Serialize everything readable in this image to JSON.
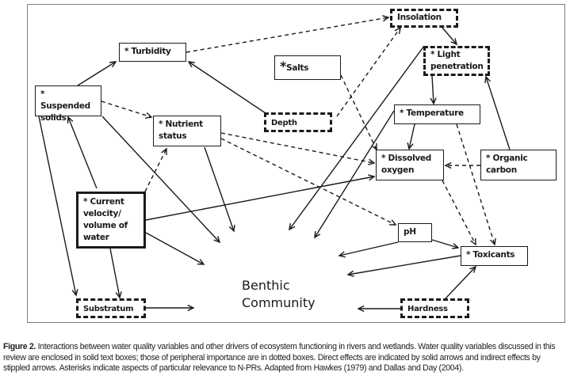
{
  "figure": {
    "caption_label": "Figure 2.",
    "caption_text": " Interactions between water quality variables and other drivers of ecosystem functioning in rivers and wetlands. Water quality variables discussed in this review are enclosed in solid text boxes; those of peripheral importance are in dotted boxes. Direct effects are indicated by solid arrows and indirect effects by stippled arrows. Asterisks indicate aspects of particular relevance to N-PRs. Adapted from Hawkes (1979) and Dallas and Day (2004).",
    "center_label": [
      "Benthic",
      "Community"
    ]
  },
  "legend_semantics": {
    "solid_box": "water quality variable discussed in review",
    "dotted_box": "peripheral importance",
    "solid_arrow": "direct effect",
    "dashed_arrow": "indirect effect",
    "asterisk": "particular relevance to N-PRs"
  },
  "nodes": {
    "turbidity": {
      "label": "* Turbidity",
      "style": "solid"
    },
    "insolation": {
      "label": "Insolation",
      "style": "dotted"
    },
    "salts_star": {
      "label": "*",
      "style": "solid"
    },
    "salts": {
      "label": "Salts",
      "style": "solid"
    },
    "light": {
      "label": "* Light penetration",
      "style": "dotted"
    },
    "suspended": {
      "label": "* Suspended solids",
      "style": "solid"
    },
    "nutrient": {
      "label": "* Nutrient status",
      "style": "solid"
    },
    "depth": {
      "label": "Depth",
      "style": "dotted"
    },
    "temperature": {
      "label": "* Temperature",
      "style": "solid"
    },
    "dissolved": {
      "label": "* Dissolved oxygen",
      "style": "solid"
    },
    "organic": {
      "label": "* Organic carbon",
      "style": "solid"
    },
    "current": {
      "label": "* Current velocity/ volume of water",
      "style": "thick"
    },
    "ph": {
      "label": "pH",
      "style": "solid"
    },
    "toxicants": {
      "label": "* Toxicants",
      "style": "solid"
    },
    "substratum": {
      "label": "Substratum",
      "style": "dotted"
    },
    "hardness": {
      "label": "Hardness",
      "style": "dotted"
    }
  },
  "edges": [
    {
      "from": "suspended",
      "to": "turbidity",
      "type": "solid"
    },
    {
      "from": "depth",
      "to": "turbidity",
      "type": "solid"
    },
    {
      "from": "turbidity",
      "to": "insolation",
      "type": "dashed"
    },
    {
      "from": "depth",
      "to": "insolation",
      "type": "dashed"
    },
    {
      "from": "insolation",
      "to": "light",
      "type": "solid"
    },
    {
      "from": "light",
      "to": "temperature",
      "type": "solid"
    },
    {
      "from": "organic",
      "to": "light",
      "type": "solid"
    },
    {
      "from": "light",
      "to": "benthic",
      "type": "solid"
    },
    {
      "from": "temperature",
      "to": "benthic",
      "type": "solid"
    },
    {
      "from": "temperature",
      "to": "dissolved",
      "type": "solid"
    },
    {
      "from": "temperature",
      "to": "toxicants",
      "type": "dashed"
    },
    {
      "from": "salts",
      "to": "dissolved",
      "type": "dashed"
    },
    {
      "from": "organic",
      "to": "dissolved",
      "type": "dashed"
    },
    {
      "from": "dissolved",
      "to": "toxicants",
      "type": "dashed"
    },
    {
      "from": "suspended",
      "to": "nutrient",
      "type": "dashed"
    },
    {
      "from": "nutrient",
      "to": "dissolved",
      "type": "dashed"
    },
    {
      "from": "nutrient",
      "to": "ph",
      "type": "dashed"
    },
    {
      "from": "nutrient",
      "to": "benthic",
      "type": "solid"
    },
    {
      "from": "current",
      "to": "nutrient",
      "type": "dashed"
    },
    {
      "from": "current",
      "to": "suspended",
      "type": "solid"
    },
    {
      "from": "current",
      "to": "dissolved",
      "type": "solid"
    },
    {
      "from": "current",
      "to": "benthic",
      "type": "solid"
    },
    {
      "from": "current",
      "to": "substratum",
      "type": "solid"
    },
    {
      "from": "suspended",
      "to": "substratum",
      "type": "solid"
    },
    {
      "from": "suspended",
      "to": "benthic",
      "type": "solid"
    },
    {
      "from": "substratum",
      "to": "benthic",
      "type": "solid"
    },
    {
      "from": "ph",
      "to": "toxicants",
      "type": "solid"
    },
    {
      "from": "ph",
      "to": "benthic",
      "type": "solid"
    },
    {
      "from": "toxicants",
      "to": "benthic",
      "type": "solid"
    },
    {
      "from": "hardness",
      "to": "toxicants",
      "type": "solid"
    },
    {
      "from": "hardness",
      "to": "benthic",
      "type": "solid"
    }
  ]
}
